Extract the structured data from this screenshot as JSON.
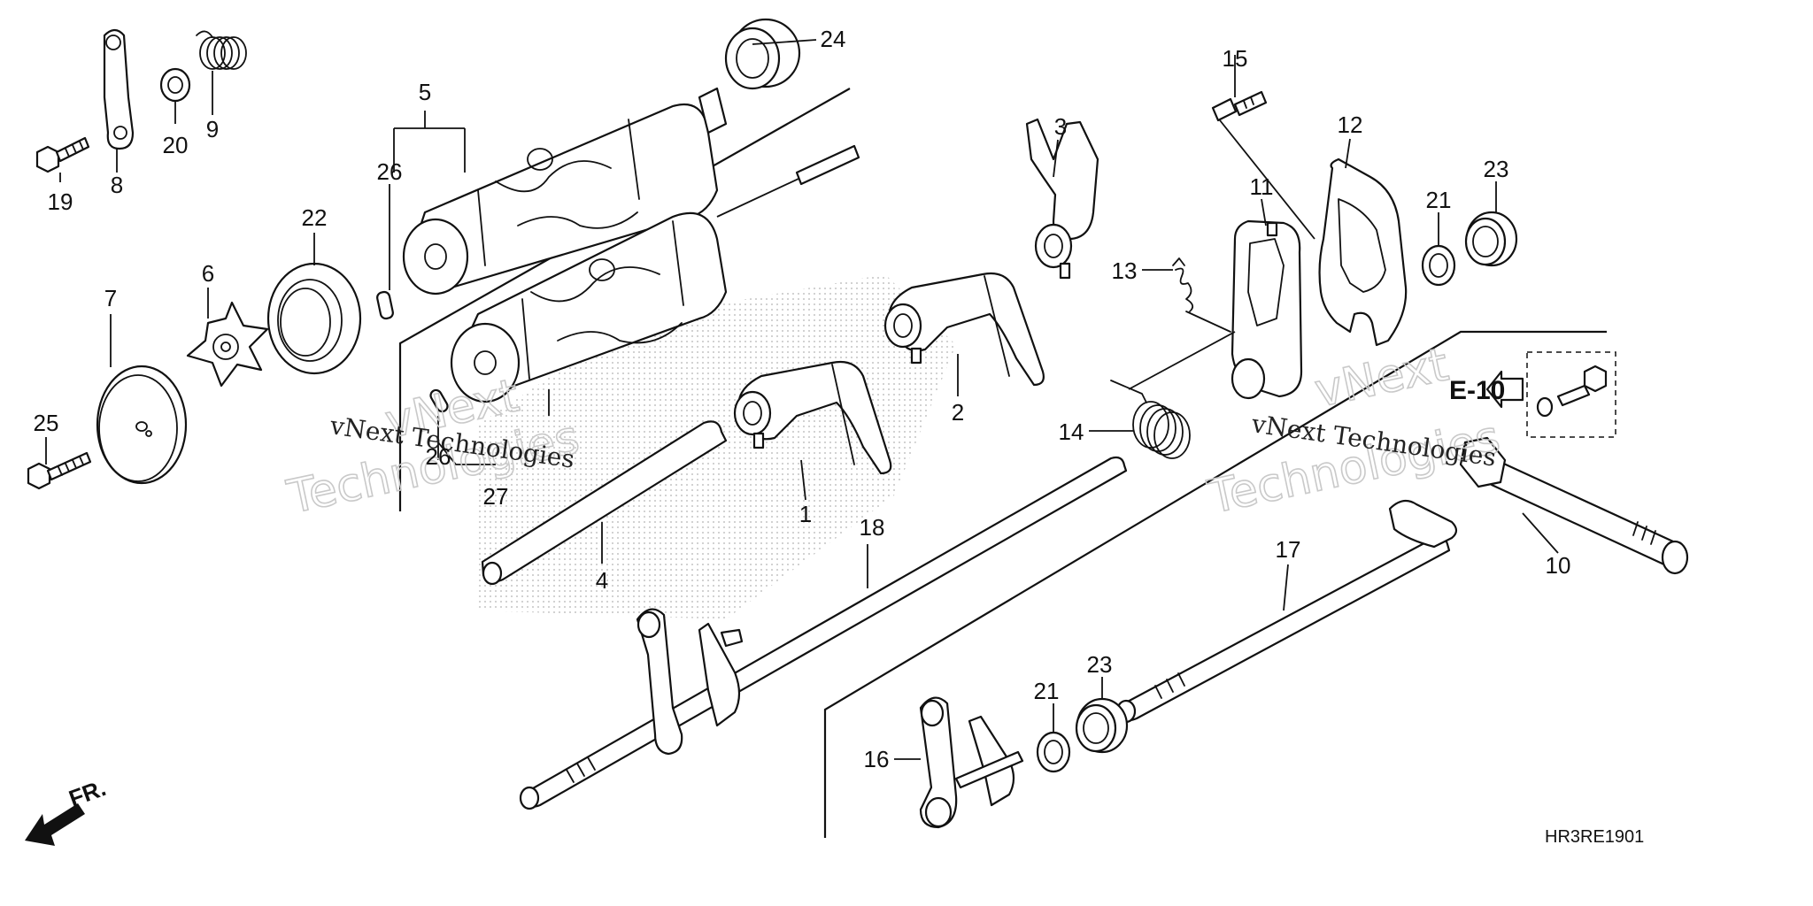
{
  "diagram": {
    "callouts": {
      "n1": "1",
      "n2": "2",
      "n3": "3",
      "n4": "4",
      "n5": "5",
      "n6": "6",
      "n7": "7",
      "n8": "8",
      "n9": "9",
      "n10": "10",
      "n11": "11",
      "n12": "12",
      "n13": "13",
      "n14": "14",
      "n15": "15",
      "n16": "16",
      "n17": "17",
      "n18": "18",
      "n19": "19",
      "n20": "20",
      "n21a": "21",
      "n21b": "21",
      "n22": "22",
      "n23a": "23",
      "n23b": "23",
      "n24": "24",
      "n25": "25",
      "n26a": "26",
      "n26b": "26",
      "n27": "27"
    },
    "reference_label": "E-10",
    "direction_label": "FR.",
    "diagram_code": "HR3RE1901",
    "watermark": {
      "line1": "vNext",
      "line2": "Technologies",
      "inline": "vNext Technologies"
    }
  }
}
